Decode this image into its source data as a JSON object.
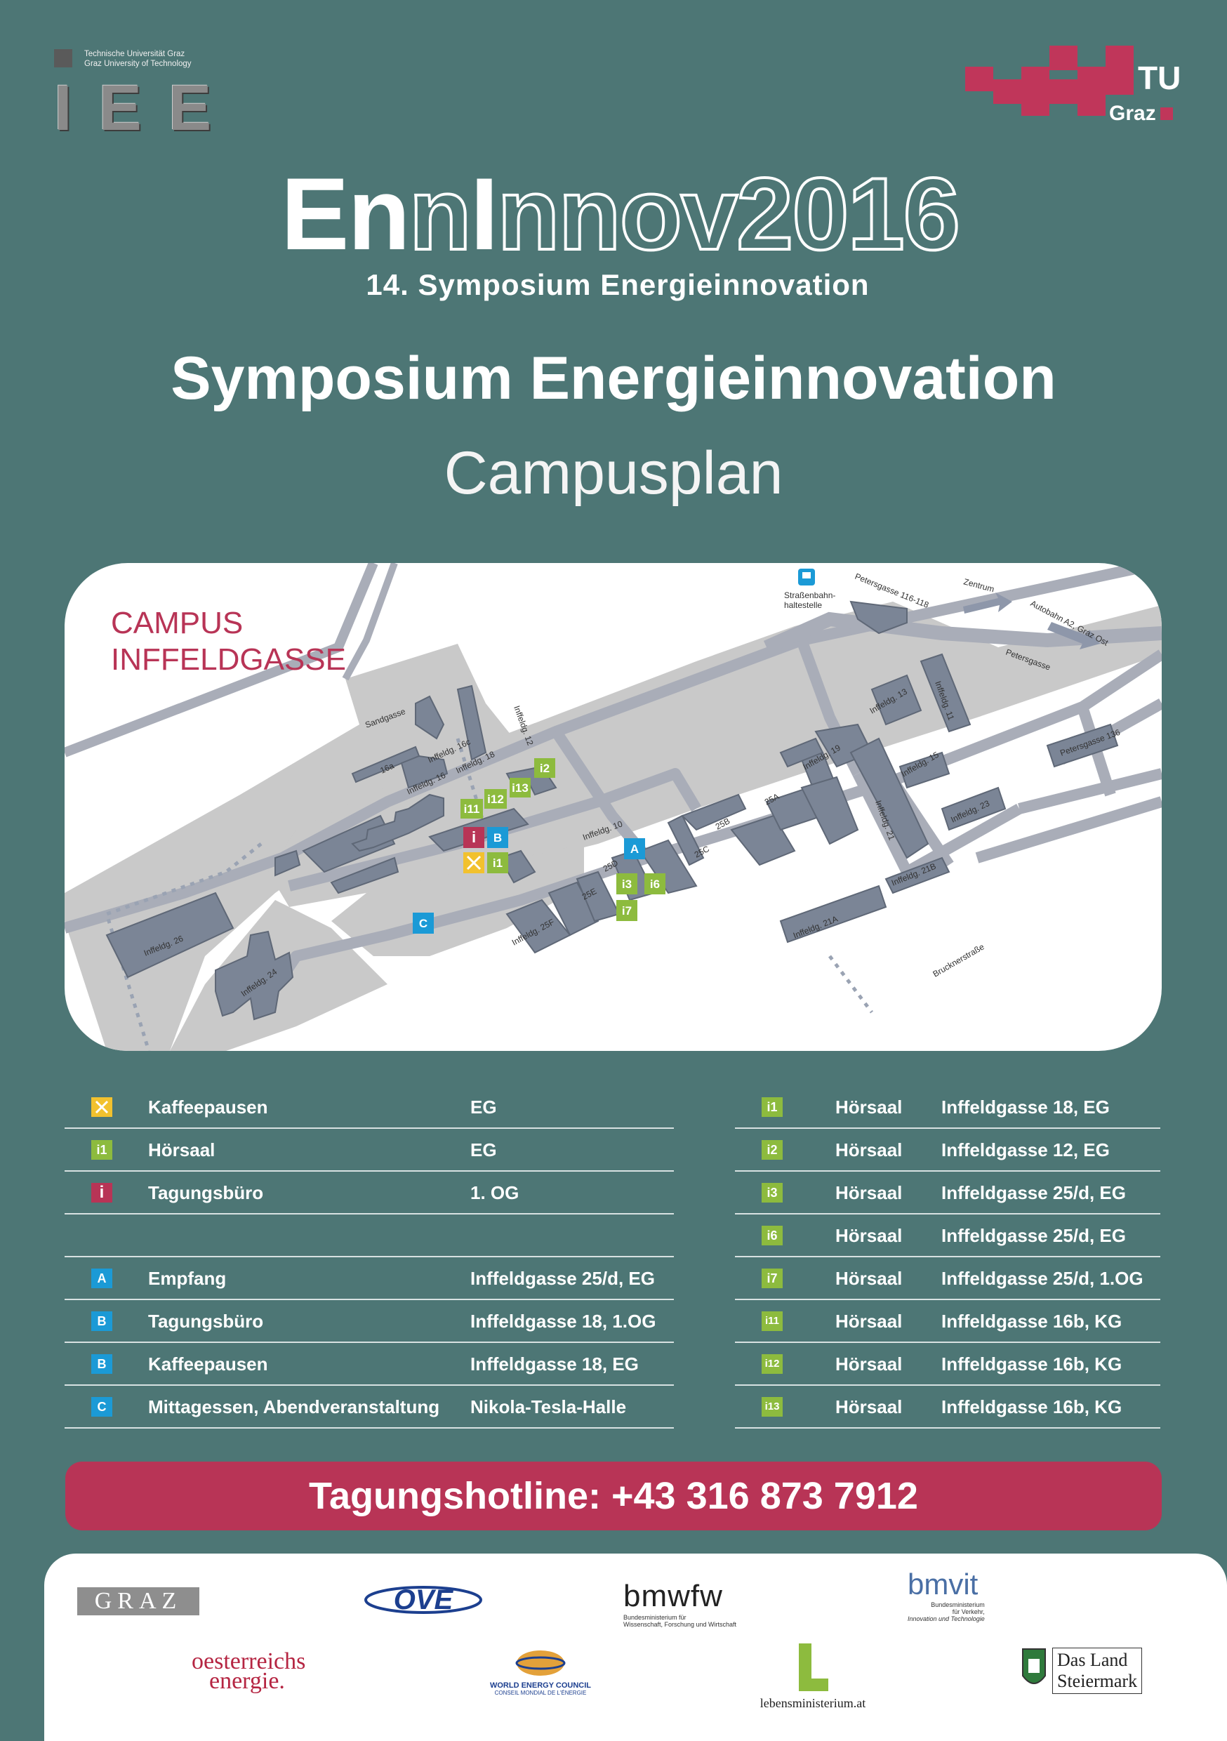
{
  "header": {
    "iee_line1": "Technische Universität Graz",
    "iee_line2": "Graz University of Technology",
    "iee_letters": "IEE",
    "tu_text": "TU",
    "tu_graz": "Graz",
    "brand_color": "#c0365a"
  },
  "event": {
    "logo_part1": "En",
    "logo_part2": "I",
    "logo_part3": "nnov",
    "logo_part4": "2016",
    "subtitle": "14. Symposium Energieinnovation",
    "title": "Symposium Energieinnovation",
    "page_title": "Campusplan"
  },
  "map": {
    "campus_line1": "CAMPUS",
    "campus_line2": "INFFELDGASSE",
    "tram_label_1": "Straßenbahn-",
    "tram_label_2": "haltestelle",
    "streets": {
      "sandgasse": "Sandgasse",
      "petersgasse": "Petersgasse",
      "petersgasse_116": "Petersgasse 116-118",
      "zentrum": "Zentrum",
      "autobahn": "Autobahn A2, Graz Ost",
      "brucknerstrasse": "Brucknerstraße",
      "petersgasse_136": "Petersgasse 136"
    },
    "buildings": {
      "b26": "Inffeldg. 26",
      "b24": "Inffeldg. 24",
      "b18": "Inffeldg. 18",
      "b16": "Inffeldg. 16",
      "b16a": "16a",
      "b16c": "Inffeldg. 16c",
      "b12": "Inffeldg. 12",
      "b10": "Inffeldg. 10",
      "b25f": "Inffeldg. 25F",
      "b25e": "25E",
      "b25d": "25D",
      "b25c": "25C",
      "b25b": "25B",
      "b25a": "25A",
      "b19": "Inffeldg. 19",
      "b13": "Inffeldg. 13",
      "b11": "Inffeldg. 11",
      "b15": "Inffeldg. 15",
      "b21": "Inffeldg. 21",
      "b23": "Inffeldg. 23",
      "b21a": "Inffeldg. 21A",
      "b21b": "Inffeldg. 21B"
    },
    "markers": {
      "i1": "i1",
      "i2": "i2",
      "i3": "i3",
      "i6": "i6",
      "i7": "i7",
      "i11": "i11",
      "i12": "i12",
      "i13": "i13",
      "A": "A",
      "B": "B",
      "C": "C",
      "info": "i"
    }
  },
  "legend_left": [
    {
      "icon": "coffee-icon",
      "icon_text": "",
      "color": "#f2c12e",
      "name": "Kaffeepausen",
      "location": "EG"
    },
    {
      "icon": "i1",
      "icon_text": "i1",
      "color": "#8dbb3e",
      "name": "Hörsaal",
      "location": "EG"
    },
    {
      "icon": "info",
      "icon_text": "i",
      "color": "#b83456",
      "name": "Tagungsbüro",
      "location": "1. OG"
    },
    {
      "icon": "",
      "icon_text": "",
      "color": "",
      "name": "",
      "location": ""
    },
    {
      "icon": "A",
      "icon_text": "A",
      "color": "#1b9ad6",
      "name": "Empfang",
      "location": "Inffeldgasse 25/d, EG"
    },
    {
      "icon": "B",
      "icon_text": "B",
      "color": "#1b9ad6",
      "name": "Tagungsbüro",
      "location": "Inffeldgasse 18, 1.OG"
    },
    {
      "icon": "B",
      "icon_text": "B",
      "color": "#1b9ad6",
      "name": "Kaffeepausen",
      "location": "Inffeldgasse 18, EG"
    },
    {
      "icon": "C",
      "icon_text": "C",
      "color": "#1b9ad6",
      "name": "Mittagessen, Abendveranstaltung",
      "location": "Nikola-Tesla-Halle"
    }
  ],
  "legend_right": [
    {
      "icon_text": "i1",
      "color": "#8dbb3e",
      "name": "Hörsaal",
      "location": "Inffeldgasse 18, EG"
    },
    {
      "icon_text": "i2",
      "color": "#8dbb3e",
      "name": "Hörsaal",
      "location": "Inffeldgasse 12, EG"
    },
    {
      "icon_text": "i3",
      "color": "#8dbb3e",
      "name": "Hörsaal",
      "location": "Inffeldgasse 25/d, EG"
    },
    {
      "icon_text": "i6",
      "color": "#8dbb3e",
      "name": "Hörsaal",
      "location": "Inffeldgasse 25/d, EG"
    },
    {
      "icon_text": "i7",
      "color": "#8dbb3e",
      "name": "Hörsaal",
      "location": "Inffeldgasse 25/d, 1.OG"
    },
    {
      "icon_text": "i11",
      "color": "#8dbb3e",
      "name": "Hörsaal",
      "location": "Inffeldgasse 16b, KG"
    },
    {
      "icon_text": "i12",
      "color": "#8dbb3e",
      "name": "Hörsaal",
      "location": "Inffeldgasse 16b, KG"
    },
    {
      "icon_text": "i13",
      "color": "#8dbb3e",
      "name": "Hörsaal",
      "location": "Inffeldgasse 16b, KG"
    }
  ],
  "hotline": "Tagungshotline: +43 316 873 7912",
  "sponsors": {
    "graz": "GRAZ",
    "ove": "OVE",
    "bmwfw": "bmwfw",
    "bmwfw_sub1": "Bundesministerium für",
    "bmwfw_sub2": "Wissenschaft, Forschung und Wirtschaft",
    "bmvit": "bmvit",
    "bmvit_sub1": "Bundesministerium",
    "bmvit_sub2": "für Verkehr,",
    "bmvit_sub3": "Innovation und Technologie",
    "oe_energie1": "oesterreichs",
    "oe_energie2": "energie.",
    "wec": "WORLD ENERGY COUNCIL",
    "wec_sub": "CONSEIL MONDIAL DE L'ÉNERGIE",
    "lebensministerium": "lebensministerium.at",
    "steiermark1": "Das Land",
    "steiermark2": "Steiermark"
  }
}
